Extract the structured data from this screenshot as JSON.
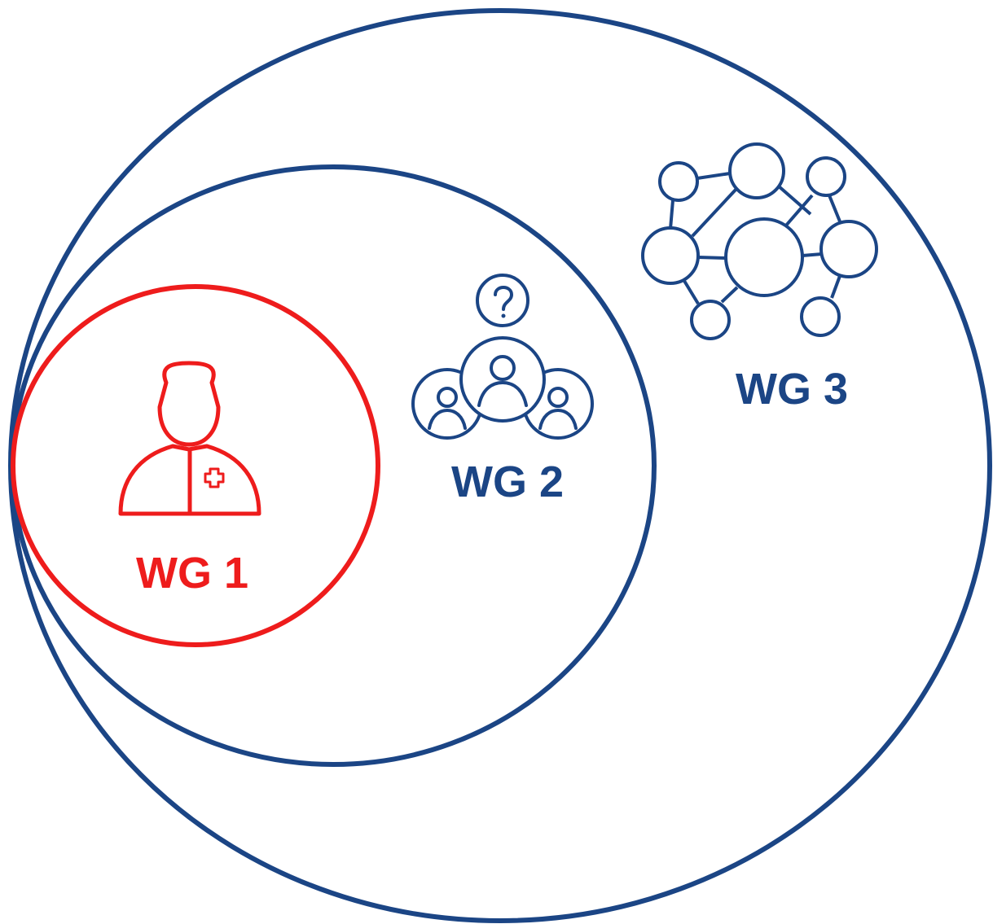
{
  "colors": {
    "blue": "#1b4585",
    "red": "#ee1c1c",
    "background": "#ffffff"
  },
  "groups": [
    {
      "id": "wg1",
      "label": "WG 1",
      "icon": "doctor-icon",
      "color": "#ee1c1c"
    },
    {
      "id": "wg2",
      "label": "WG 2",
      "icon": "user-group-question-icon",
      "color": "#1b4585"
    },
    {
      "id": "wg3",
      "label": "WG 3",
      "icon": "network-icon",
      "color": "#1b4585"
    }
  ]
}
